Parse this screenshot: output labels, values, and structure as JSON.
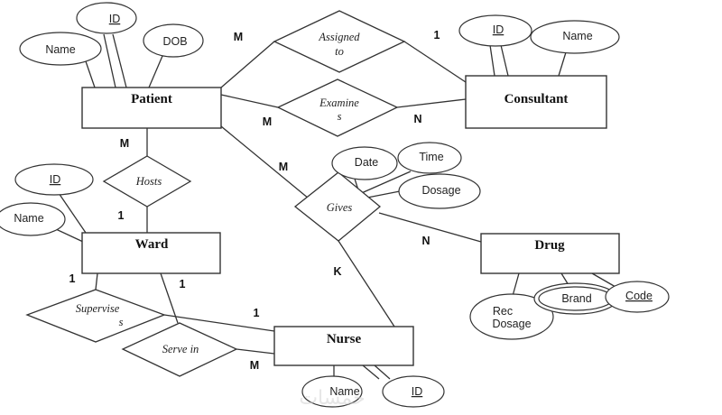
{
  "entities": {
    "patient": "Patient",
    "consultant": "Consultant",
    "ward": "Ward",
    "drug": "Drug",
    "nurse": "Nurse"
  },
  "attributes": {
    "patient_name": "Name",
    "patient_id": "ID",
    "patient_dob": "DOB",
    "consultant_id": "ID",
    "consultant_name": "Name",
    "ward_id": "ID",
    "ward_name": "Name",
    "gives_date": "Date",
    "gives_time": "Time",
    "gives_dosage": "Dosage",
    "drug_rec_dosage_1": "Rec",
    "drug_rec_dosage_2": "Dosage",
    "drug_brand": "Brand",
    "drug_code": "Code",
    "nurse_name": "Name",
    "nurse_id": "ID"
  },
  "relationships": {
    "assigned_to_1": "Assigned",
    "assigned_to_2": "to",
    "examines_1": "Examine",
    "examines_2": "s",
    "hosts": "Hosts",
    "gives": "Gives",
    "supervises_1": "Supervise",
    "supervises_2": "s",
    "serve_in": "Serve in"
  },
  "cardinalities": {
    "assigned_patient": "M",
    "assigned_consultant": "1",
    "examines_patient": "M",
    "examines_consultant": "N",
    "hosts_patient": "M",
    "hosts_ward": "1",
    "gives_patient": "M",
    "gives_drug": "N",
    "gives_nurse": "K",
    "supervises_ward": "1",
    "serve_ward": "1",
    "supervises_nurse": "1",
    "serve_nurse": "M"
  },
  "watermark": "خمسات"
}
